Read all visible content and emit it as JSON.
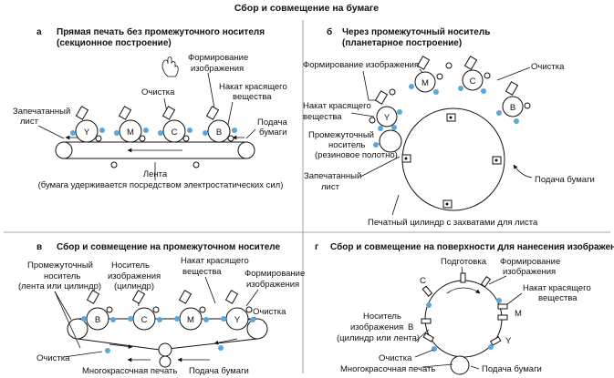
{
  "title": "Сбор и совмещение на бумаге",
  "dividers": true,
  "colors": {
    "dots": "#5aa7d8",
    "line": "#111111"
  },
  "panels": {
    "a": {
      "letter": "а",
      "heading1": "Прямая печать без промежуточного носителя",
      "heading2": "(секционное построение)",
      "labels": {
        "forming1": "Формирование",
        "forming2": "изображения",
        "cleaning": "Очистка",
        "inking1": "Накат красящего",
        "inking2": "вещества",
        "printed1": "Запечатанный",
        "printed2": "лист",
        "feed1": "Подача",
        "feed2": "бумаги",
        "belt1": "Лента",
        "belt2": "(бумага удерживается посредством электростатических сил)"
      },
      "drums": [
        "Y",
        "M",
        "C",
        "B"
      ]
    },
    "b": {
      "letter": "б",
      "heading1": "Через промежуточный носитель",
      "heading2": "(планетарное построение)",
      "labels": {
        "forming": "Формирование изображения",
        "cleaning": "Очистка",
        "inking1": "Накат красящего",
        "inking2": "вещества",
        "inter1": "Промежуточный",
        "inter2": "носитель",
        "inter3": "(резиновое полотно)",
        "printed1": "Запечатанный",
        "printed2": "лист",
        "feed": "Подача бумаги",
        "cylinder": "Печатный цилиндр с захватами для листа"
      },
      "drums": [
        "Y",
        "M",
        "C",
        "B"
      ]
    },
    "v": {
      "letter": "в",
      "heading": "Сбор и совмещение на промежуточном носителе",
      "labels": {
        "inter1": "Промежуточный",
        "inter2": "носитель",
        "inter3": "(лента или цилиндр)",
        "carrier1": "Носитель",
        "carrier2": "изображения",
        "carrier3": "(цилиндр)",
        "inking1": "Накат красящего",
        "inking2": "вещества",
        "forming1": "Формирование",
        "forming2": "изображения",
        "cleaning_r": "Очистка",
        "cleaning_l": "Очистка",
        "multicolor": "Многокрасочная печать",
        "feed": "Подача бумаги"
      },
      "drums": [
        "B",
        "C",
        "M",
        "Y"
      ]
    },
    "g": {
      "letter": "г",
      "heading": "Сбор и совмещение на поверхности для нанесения изображения",
      "labels": {
        "prep": "Подготовка",
        "forming1": "Формирование",
        "forming2": "изображения",
        "inking1": "Накат красящего",
        "inking2": "вещества",
        "carrier1": "Носитель",
        "carrier2": "изображения",
        "carrier3": "(цилиндр или лента)",
        "cleaning": "Очистка",
        "multicolor": "Многокрасочная печать",
        "feed": "Подача бумаги"
      },
      "stations": {
        "c": "C",
        "m": "M",
        "b": "B",
        "y": "Y"
      }
    }
  }
}
